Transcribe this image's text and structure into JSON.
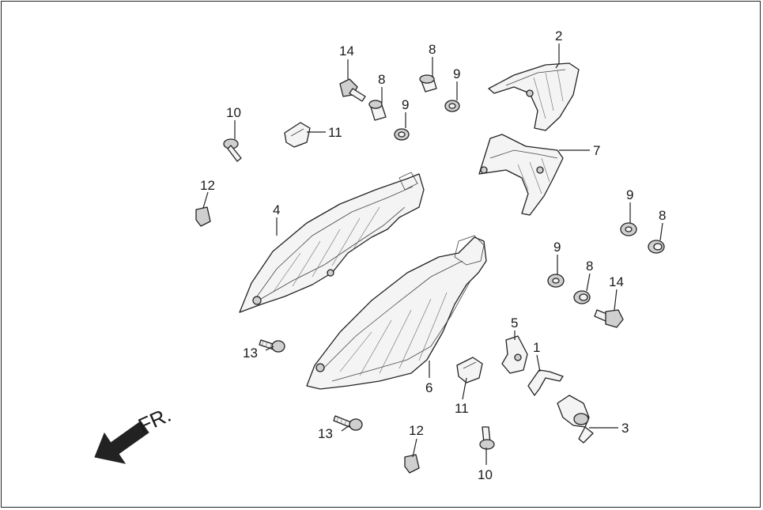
{
  "direction_label": "FR.",
  "callouts": [
    {
      "id": "c-14a",
      "text": "14"
    },
    {
      "id": "c-8a",
      "text": "8"
    },
    {
      "id": "c-8b",
      "text": "8"
    },
    {
      "id": "c-9a",
      "text": "9"
    },
    {
      "id": "c-9b",
      "text": "9"
    },
    {
      "id": "c-2",
      "text": "2"
    },
    {
      "id": "c-10a",
      "text": "10"
    },
    {
      "id": "c-11a",
      "text": "11"
    },
    {
      "id": "c-7",
      "text": "7"
    },
    {
      "id": "c-12a",
      "text": "12"
    },
    {
      "id": "c-4",
      "text": "4"
    },
    {
      "id": "c-9c",
      "text": "9"
    },
    {
      "id": "c-8c",
      "text": "8"
    },
    {
      "id": "c-9d",
      "text": "9"
    },
    {
      "id": "c-8d",
      "text": "8"
    },
    {
      "id": "c-14b",
      "text": "14"
    },
    {
      "id": "c-5",
      "text": "5"
    },
    {
      "id": "c-1",
      "text": "1"
    },
    {
      "id": "c-13a",
      "text": "13"
    },
    {
      "id": "c-6",
      "text": "6"
    },
    {
      "id": "c-11b",
      "text": "11"
    },
    {
      "id": "c-3",
      "text": "3"
    },
    {
      "id": "c-13b",
      "text": "13"
    },
    {
      "id": "c-12b",
      "text": "12"
    },
    {
      "id": "c-10b",
      "text": "10"
    }
  ]
}
